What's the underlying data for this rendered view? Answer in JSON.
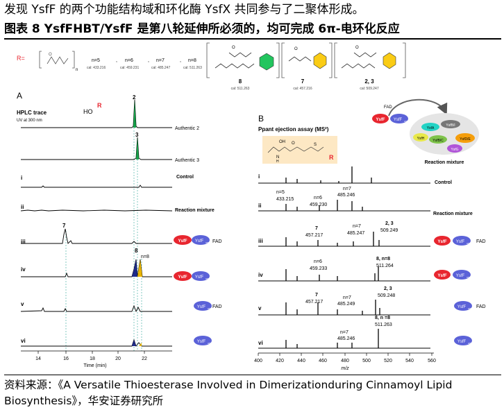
{
  "intro": "发现 YsfF 的两个功能结构域和环化酶 YsfX 共同参与了二聚体形成。",
  "figure_title": "图表 8 YsfFHBT/YsfF 是第八轮延伸所必须的，均可完成 6π-电环化反应",
  "structures": {
    "r_label": "R=",
    "n_label": "n",
    "n_values": [
      "n=5",
      "n=6",
      "n=7",
      "n=8"
    ],
    "n_cals": [
      "cal: 433.216",
      "cal: 459.231",
      "cal: 485.247",
      "cal: 511.263"
    ],
    "compounds": [
      {
        "id": "8",
        "cal": "cal: 511.263"
      },
      {
        "id": "7",
        "cal": "cal: 457.216"
      },
      {
        "id": "2, 3",
        "cal": "cal: 509.247"
      }
    ]
  },
  "panel_a": {
    "letter": "A",
    "title": "HPLC trace",
    "subtitle": "UV at 300 nm",
    "ho_label": "HO",
    "r": "R",
    "peaks": {
      "p2": "2",
      "p3": "3",
      "p7": "7",
      "p8": "8",
      "pn8": "n=8"
    },
    "rows": [
      {
        "roman": "",
        "label": "Authentic 2"
      },
      {
        "roman": "",
        "label": "Authentic 3"
      },
      {
        "roman": "i",
        "label": "Control"
      },
      {
        "roman": "ii",
        "label": "Reaction mixture"
      },
      {
        "roman": "iii",
        "label": "FAD"
      },
      {
        "roman": "iv",
        "label": ""
      },
      {
        "roman": "v",
        "label": "FAD"
      },
      {
        "roman": "vi",
        "label": ""
      }
    ],
    "xticks": [
      "14",
      "16",
      "18",
      "20",
      "22"
    ],
    "xlabel": "Time (min)"
  },
  "panel_b": {
    "letter": "B",
    "title": "Ppant ejection assay (MS²)",
    "fad": "FAD",
    "ppant": {
      "oh": "OH",
      "n": "N",
      "h": "H",
      "o": "O",
      "s": "S",
      "r": "R"
    },
    "enzymes": [
      "YsfA",
      "YsfB/I",
      "YsfH",
      "YsfB/C",
      "YsfD/E",
      "YsfG"
    ],
    "reaction_mixture": "Reaction mixture",
    "rows": [
      {
        "roman": "i",
        "label": "Control"
      },
      {
        "roman": "ii",
        "label": "Reaction mixture"
      },
      {
        "roman": "iii",
        "label": "FAD"
      },
      {
        "roman": "iv",
        "label": ""
      },
      {
        "roman": "v",
        "label": "FAD"
      },
      {
        "roman": "vi",
        "label": ""
      }
    ],
    "annotations": {
      "ii_a": "n=5",
      "ii_a_v": "433.215",
      "ii_b": "n=6",
      "ii_b_v": "459.230",
      "ii_c": "n=7",
      "ii_c_v": "485.246",
      "iii_a": "7",
      "iii_a_v": "457.217",
      "iii_b": "n=7",
      "iii_b_v": "485.247",
      "iii_c": "2, 3",
      "iii_c_v": "509.249",
      "iv_a": "n=6",
      "iv_a_v": "459.233",
      "iv_b": "8, n=8",
      "iv_b_v": "511.264",
      "v_a": "7",
      "v_a_v": "457.217",
      "v_b": "n=7",
      "v_b_v": "485.249",
      "v_c": "2, 3",
      "v_c_v": "509.248",
      "vi_a": "n=7",
      "vi_a_v": "485.246",
      "vi_b": "8, n =8",
      "vi_b_v": "511.263"
    },
    "xticks": [
      "400",
      "420",
      "440",
      "460",
      "480",
      "500",
      "520",
      "540",
      "560"
    ],
    "xlabel": "m/z"
  },
  "protein_labels": {
    "ysff": "YsfF",
    "ysff_hbt": "YsfF",
    "hbt_sub": "HBT"
  },
  "colors": {
    "red": "#e8262f",
    "blue": "#5b62d8",
    "green": "#16a34a",
    "yellow": "#e8b400",
    "navy": "#1e2a8a",
    "teal": "#22d3c5"
  },
  "source": "资料来源：《A Versatile Thioesterase Involved in Dimerizationduring Cinnamoyl Lipid Biosynthesis》，华安证券研究所"
}
